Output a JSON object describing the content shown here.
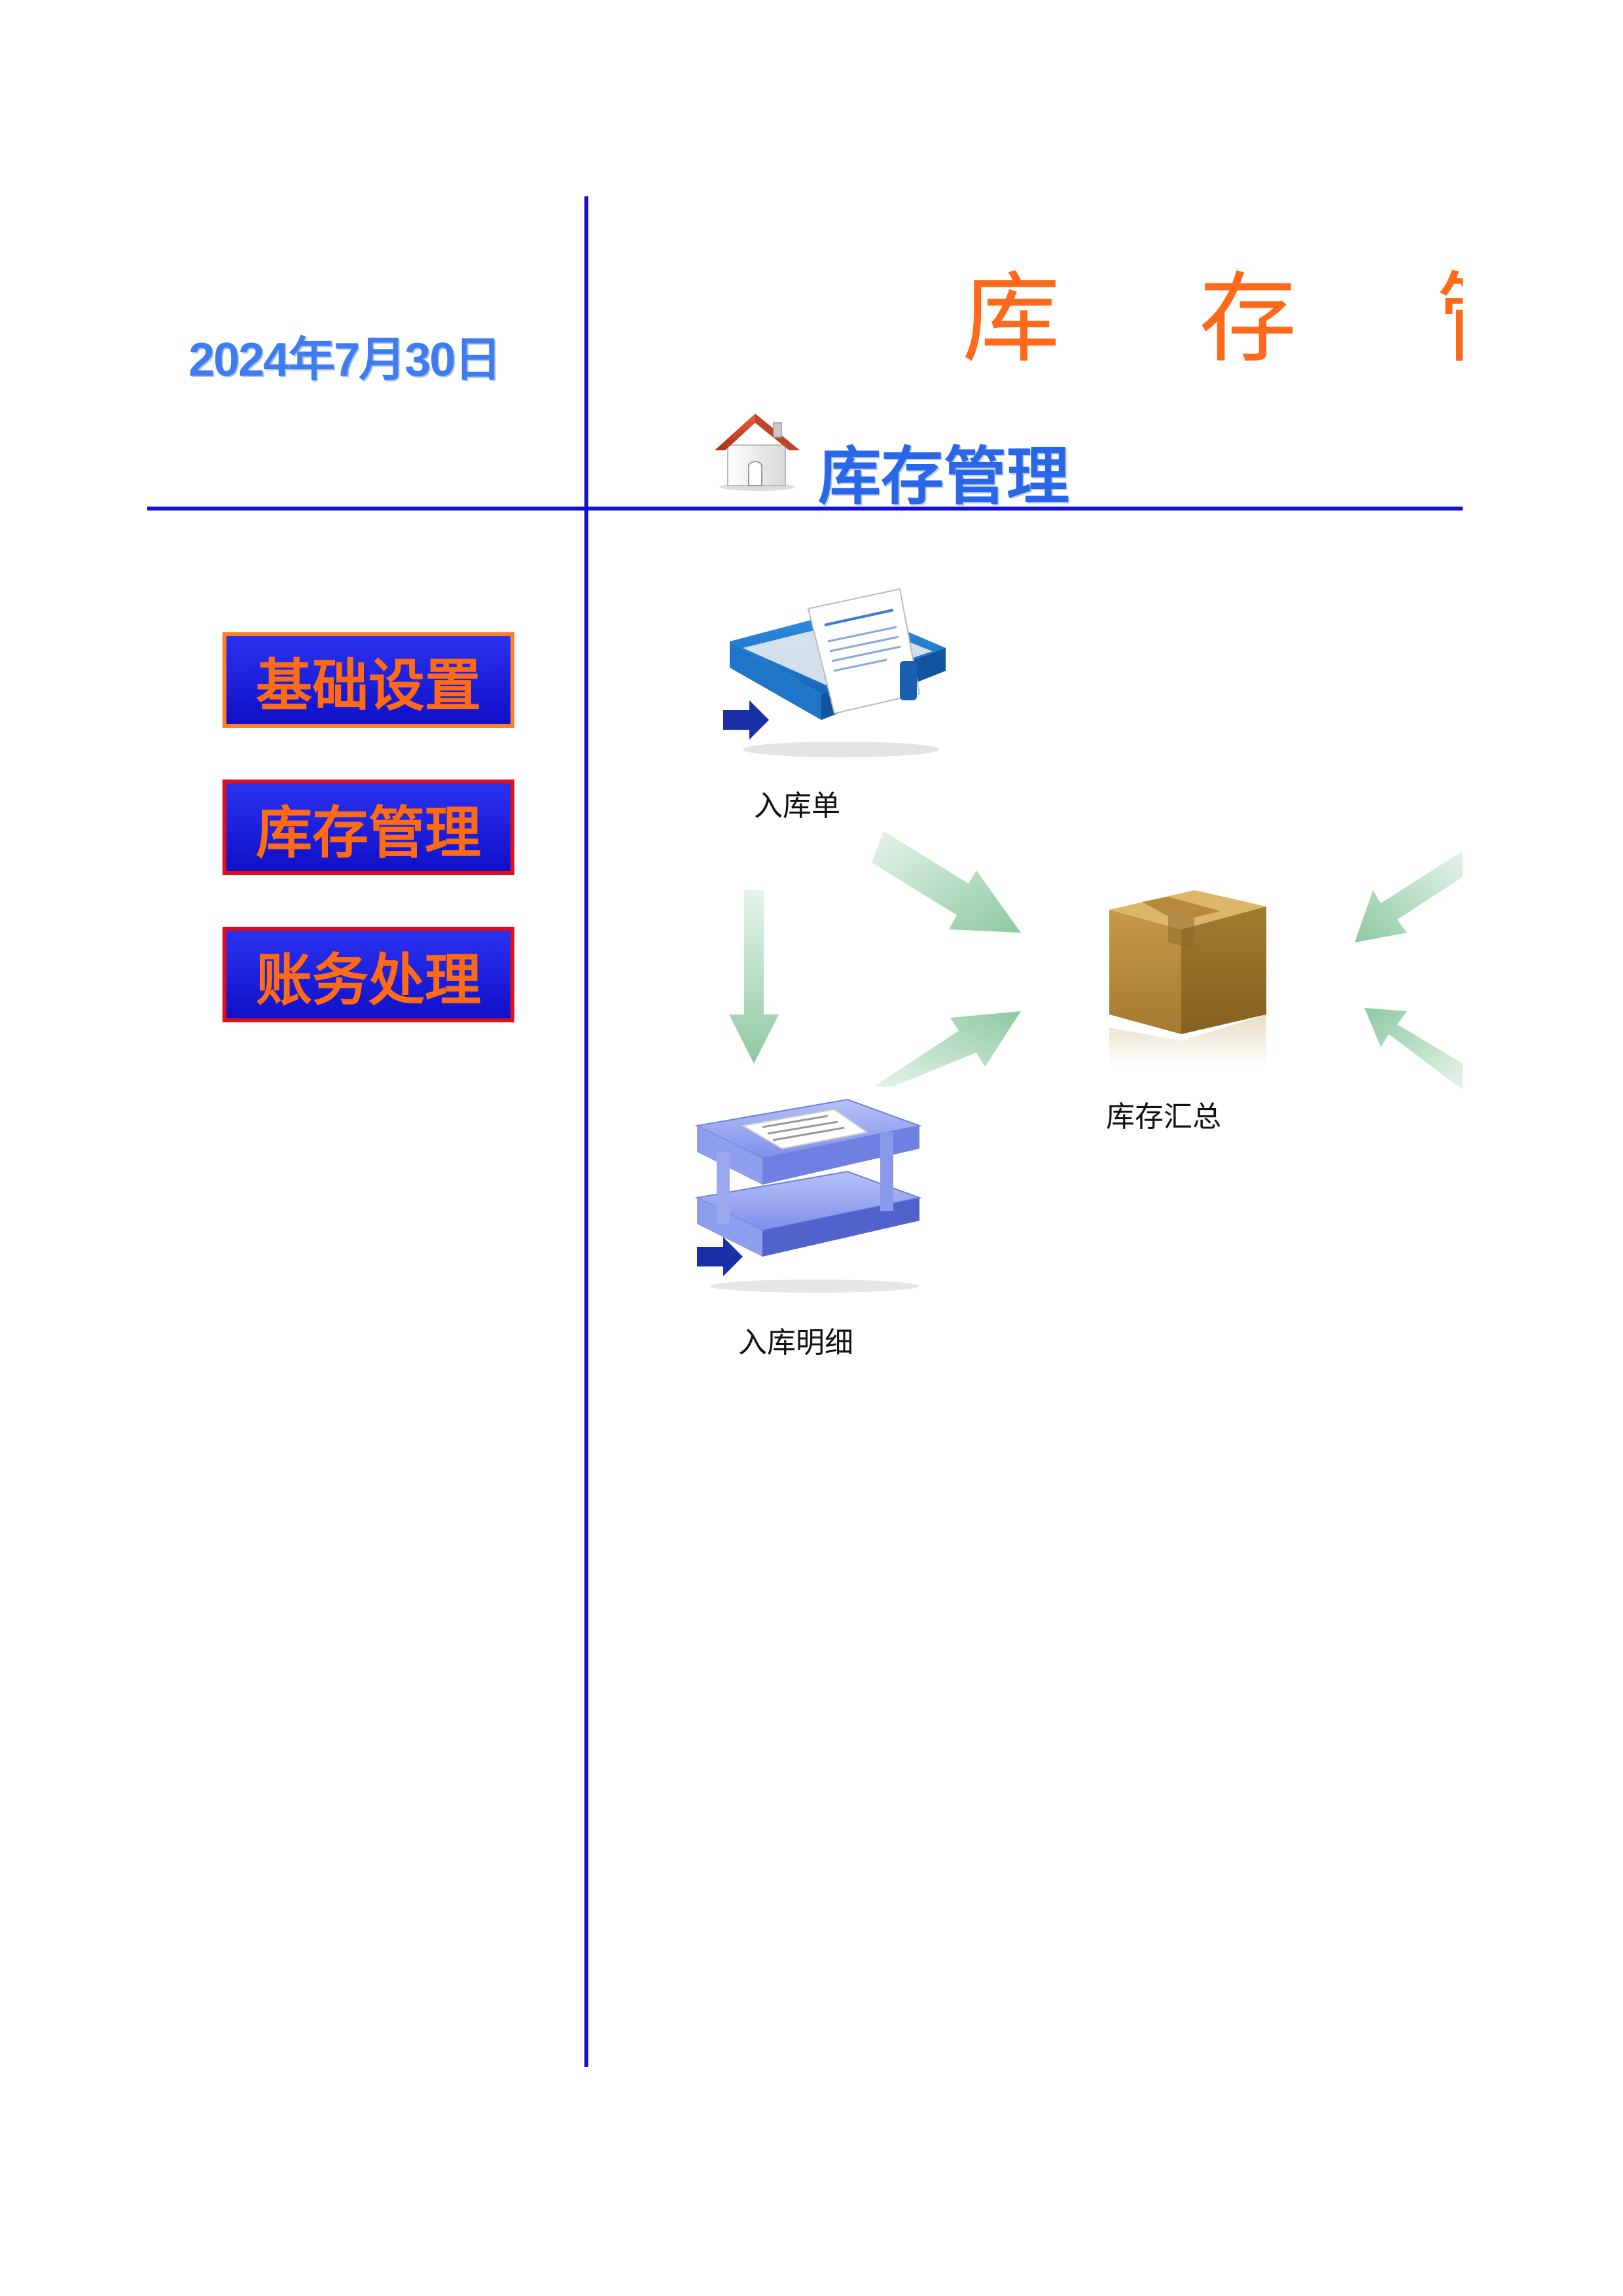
{
  "header": {
    "date": "2024年7月30日",
    "title": "库 存 管 理",
    "subtitle": "库存管理"
  },
  "nav": {
    "items": [
      {
        "label": "基础设置"
      },
      {
        "label": "库存管理"
      },
      {
        "label": "账务处理"
      }
    ]
  },
  "flow": {
    "items": [
      {
        "label": "入库单",
        "icon": "binder-icon"
      },
      {
        "label": "库存汇总",
        "icon": "box-icon"
      },
      {
        "label": "入库明细",
        "icon": "tray-icon"
      }
    ]
  },
  "colors": {
    "rule": "#1010d8",
    "title": "#ff6a1a",
    "subtitle": "#2a66e8",
    "button_bg": "#1818d8",
    "button_text": "#ff6a14",
    "arrow": "#9fd0b0"
  }
}
